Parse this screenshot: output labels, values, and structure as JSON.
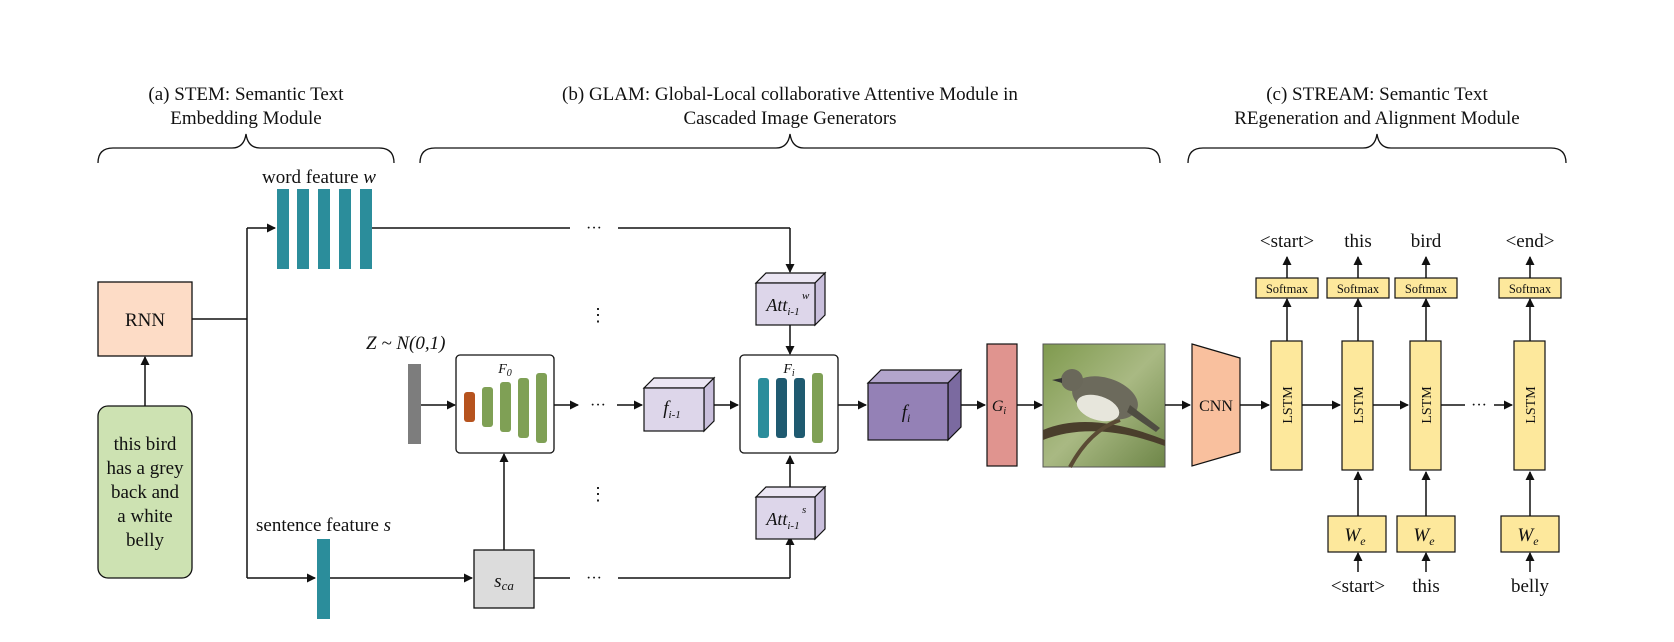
{
  "sections": {
    "stem": {
      "line1": "(a) STEM: Semantic Text",
      "line2": "Embedding Module"
    },
    "glam": {
      "line1": "(b) GLAM: Global-Local collaborative Attentive Module in",
      "line2": "Cascaded Image Generators"
    },
    "stream": {
      "line1": "(c) STREAM: Semantic Text",
      "line2": "REgeneration and Alignment Module"
    }
  },
  "stem": {
    "rnn": "RNN",
    "input_text": [
      "this bird",
      "has a grey",
      "back and",
      "a white",
      "belly"
    ],
    "word_feature": "word feature",
    "word_feature_var": "w",
    "sentence_feature": "sentence feature",
    "sentence_feature_var": "s"
  },
  "glam": {
    "noise": "Z ~ N(0,1)",
    "f0_base": "F",
    "f0_sub": "0",
    "fi_base": "F",
    "fi_sub": "i",
    "sca_base": "s",
    "sca_sub": "ca",
    "fim1_base": "f",
    "fim1_sub": "i-1",
    "fi_cube_base": "f",
    "fi_cube_sub": "i",
    "att_w_base": "Att",
    "att_w_sub": "i-1",
    "att_w_sup": "w",
    "att_s_base": "Att",
    "att_s_sub": "i-1",
    "att_s_sup": "s",
    "gi_base": "G",
    "gi_sub": "i",
    "ellipsis_h": "···",
    "ellipsis_v": "⋮"
  },
  "stream": {
    "cnn": "CNN",
    "lstm": "LSTM",
    "softmax": "Softmax",
    "outputs": [
      "<start>",
      "this",
      "bird",
      "<end>"
    ],
    "we_base": "W",
    "we_sub": "e",
    "inputs": [
      "<start>",
      "this",
      "belly"
    ],
    "ellipsis": "···"
  },
  "colors": {
    "rnn": "#fddcc6",
    "text_box": "#cde2b2",
    "feature": "#2b8d9b",
    "noise": "#7d7d7d",
    "sca": "#dcdcdc",
    "small_cube": "#ddd6ea",
    "big_cube": "#9481b6",
    "generator": "#e0948f",
    "cnn": "#f9c09e",
    "lstm": "#fde89c",
    "softmax": "#fde89c",
    "orange_bar": "#b6531e",
    "green_bar": "#7fa055",
    "teal_bar": "#2b8d9b",
    "dark_teal_bar": "#1f5a70"
  }
}
